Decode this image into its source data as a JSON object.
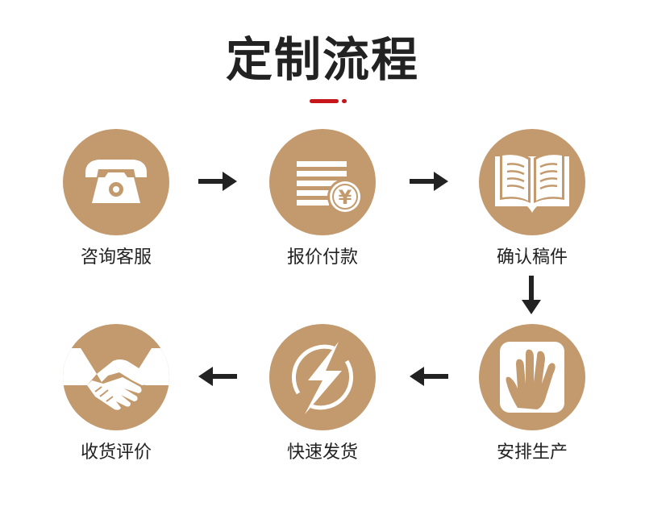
{
  "title": "定制流程",
  "colors": {
    "circle": "#c39a6d",
    "icon": "#ffffff",
    "accent": "#c6161c",
    "arrow": "#222222",
    "text": "#222222"
  },
  "steps": [
    {
      "label": "咨询客服",
      "icon": "telephone-icon"
    },
    {
      "label": "报价付款",
      "icon": "payment-yen-icon"
    },
    {
      "label": "确认稿件",
      "icon": "open-book-icon"
    },
    {
      "label": "安排生产",
      "icon": "hand-icon"
    },
    {
      "label": "快速发货",
      "icon": "lightning-icon"
    },
    {
      "label": "收货评价",
      "icon": "handshake-icon"
    }
  ],
  "yen_symbol": "¥"
}
